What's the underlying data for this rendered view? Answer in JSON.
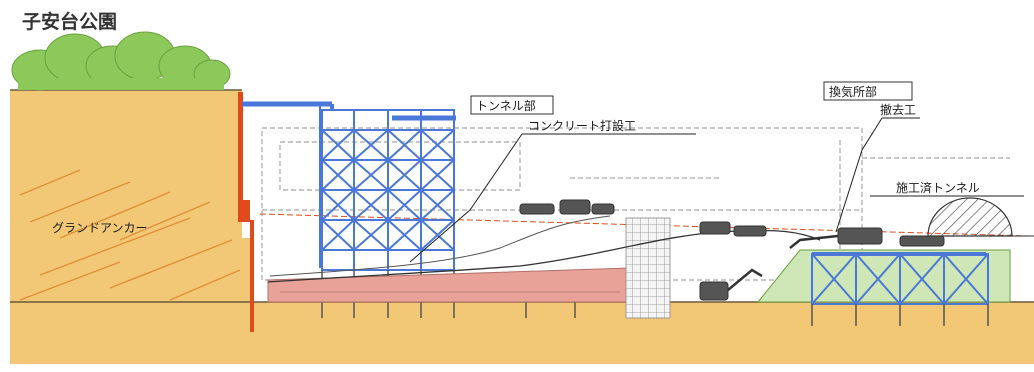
{
  "labels": {
    "park": "子安台公園",
    "anchor": "グランドアンカー",
    "tunnel_section": "トンネル部",
    "concrete_work": "コンクリート打設工",
    "vent_section": "換気所部",
    "demolition_work": "撤去工",
    "completed_tunnel": "施工済トンネル"
  },
  "colors": {
    "soil": "#f2c877",
    "soil_dark": "#e8b45a",
    "anchor_wall": "#e04a1c",
    "scaffold": "#4a78d8",
    "tree": "#8cc85a",
    "concrete_slab": "#e8a298",
    "green_mound": "#cfe6b6",
    "dashed": "#a8a8a8"
  }
}
